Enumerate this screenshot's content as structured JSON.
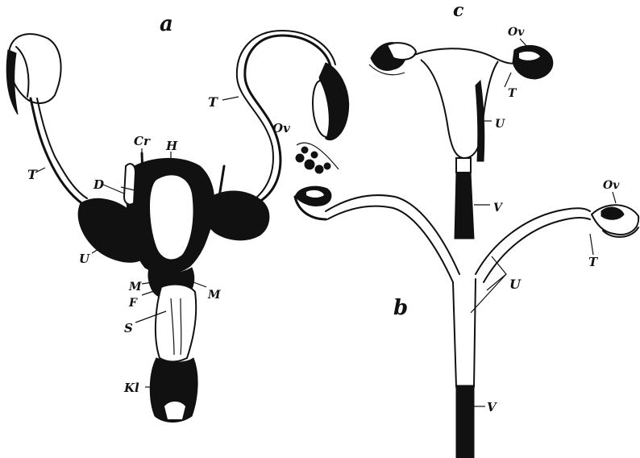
{
  "figure": {
    "panels": [
      {
        "id": "a",
        "label": "a"
      },
      {
        "id": "b",
        "label": "b"
      },
      {
        "id": "c",
        "label": "c"
      }
    ],
    "labels_a": {
      "T_left": "T",
      "T_right": "T",
      "Cr": "Cr",
      "H": "H",
      "D": "D",
      "Ov": "Ov",
      "U": "U",
      "M_left": "M",
      "M_right": "M",
      "F": "F",
      "S": "S",
      "Kl": "Kl"
    },
    "labels_b": {
      "Ov": "Ov",
      "T": "T",
      "U": "U",
      "V": "V"
    },
    "labels_c": {
      "Ov": "Ov",
      "T": "T",
      "U": "U",
      "V": "V"
    }
  },
  "colors": {
    "ink": "#111111",
    "paper": "#ffffff"
  }
}
